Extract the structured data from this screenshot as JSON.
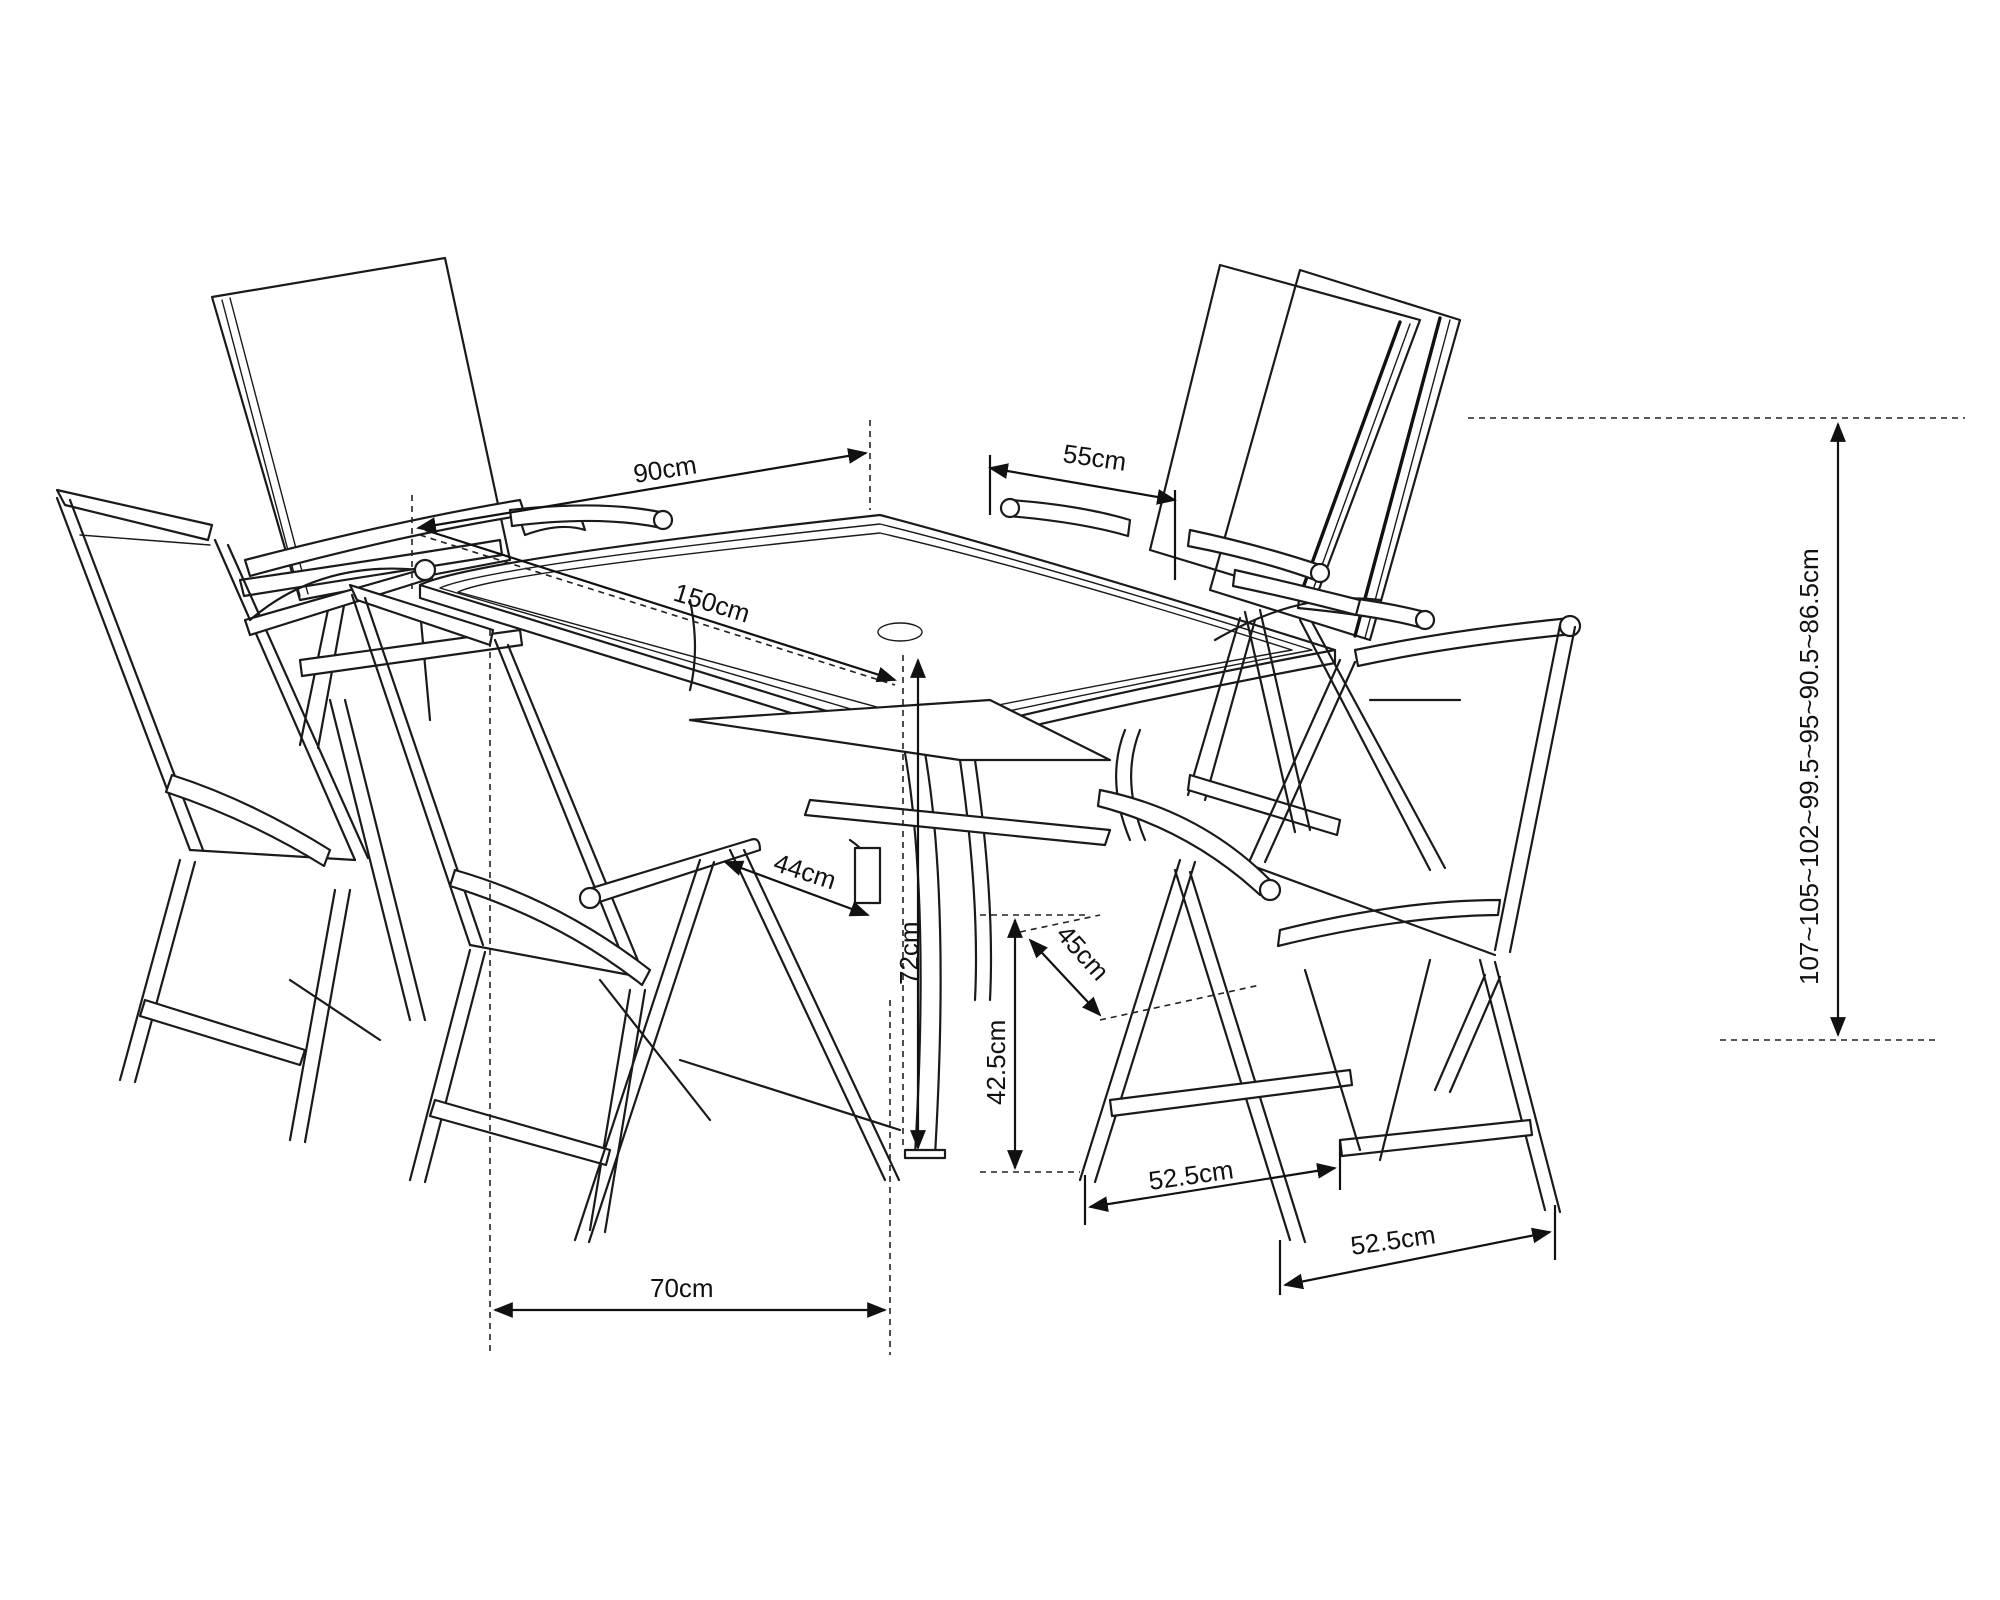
{
  "colors": {
    "ink": "#1a1a1a",
    "background": "#ffffff"
  },
  "dimensions": {
    "table_width": "90cm",
    "table_length": "150cm",
    "table_height": "72cm",
    "table_leg_span": "70cm",
    "chair_arm_length": "55cm",
    "chair_arm_gap": "44cm",
    "seat_depth": "45cm",
    "seat_height": "42.5cm",
    "chair_width_front": "52.5cm",
    "chair_width_side": "52.5cm",
    "chair_back_heights": "107~105~102~99.5~95~90.5~86.5cm"
  }
}
